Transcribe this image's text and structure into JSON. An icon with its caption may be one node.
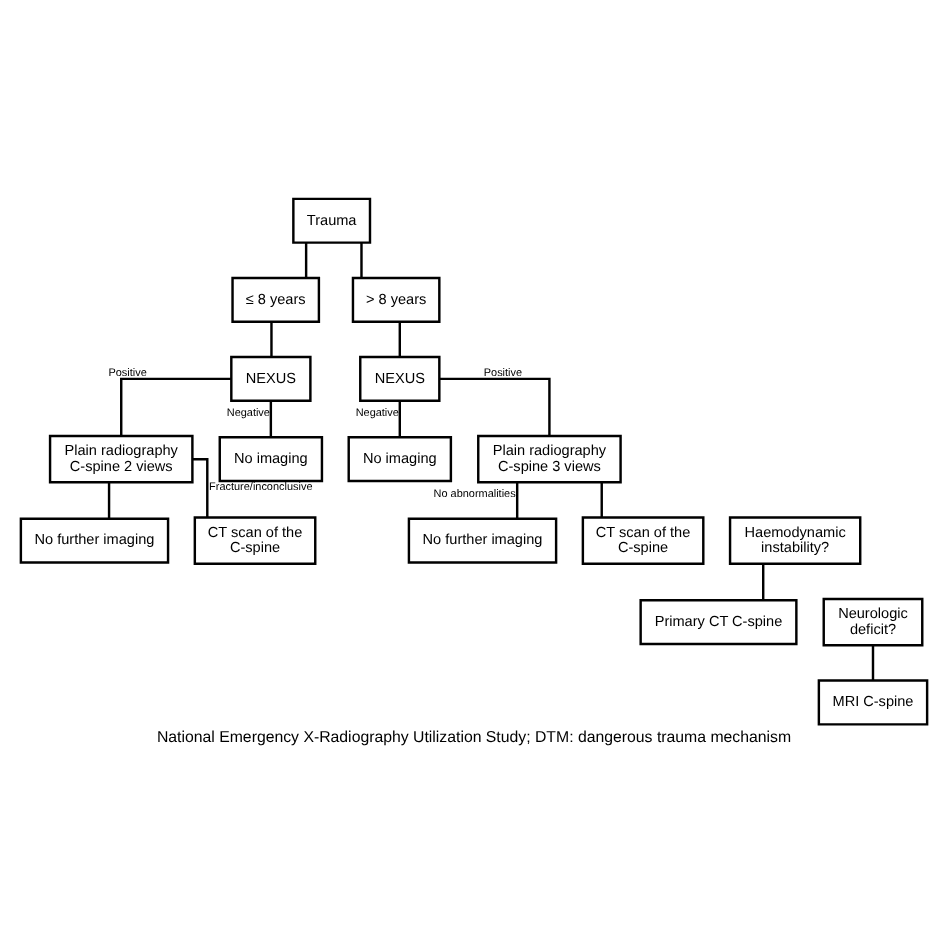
{
  "diagram": {
    "caption": "National Emergency X-Radiography Utilization Study; DTM: dangerous trauma mechanism",
    "nodes": [
      {
        "text": [
          "Trauma"
        ]
      },
      {
        "text": [
          "≤ 8 years"
        ]
      },
      {
        "text": [
          "> 8 years"
        ]
      },
      {
        "text": [
          "NEXUS"
        ]
      },
      {
        "text": [
          "NEXUS"
        ]
      },
      {
        "text": [
          "Plain radiography C-spine 2 views"
        ]
      },
      {
        "text": [
          "No imaging"
        ]
      },
      {
        "text": [
          "No imaging"
        ]
      },
      {
        "text": [
          "Plain radiography C-spine 3 views"
        ]
      },
      {
        "text": [
          "No further imaging"
        ]
      },
      {
        "text": [
          "CT scan of the C-spine"
        ]
      },
      {
        "text": [
          "Haemodynamic instability?"
        ]
      },
      {
        "text": [
          "No further imaging"
        ]
      },
      {
        "text": [
          "CT scan of the C-spine"
        ]
      },
      {
        "text": [
          "Primary CT C-spine"
        ]
      },
      {
        "text": [
          "Neurologic deficit?"
        ]
      },
      {
        "text": [
          "MRI C-spine"
        ]
      }
    ],
    "edges": [
      {
        "from": 0,
        "to": 1,
        "arrow": "none"
      },
      {
        "from": 0,
        "to": 2,
        "arrow": "none"
      },
      {
        "from": 1,
        "to": 3,
        "arrow": "none"
      },
      {
        "from": 2,
        "to": 4,
        "arrow": "none"
      },
      {
        "from": 3,
        "to": 5,
        "arrow": "none",
        "label": "Positive"
      },
      {
        "from": 3,
        "to": 6,
        "arrow": "none",
        "label": "Negative"
      },
      {
        "from": 4,
        "to": 7,
        "arrow": "none",
        "label": "Negative"
      },
      {
        "from": 4,
        "to": 8,
        "arrow": "none",
        "label": "Positive"
      },
      {
        "from": 5,
        "to": 9,
        "arrow": "none"
      },
      {
        "from": 5,
        "to": 10,
        "arrow": "none",
        "label": "Fracture/inconclusive"
      },
      {
        "from": 8,
        "to": 12,
        "arrow": "none",
        "label": "No abnormalities"
      },
      {
        "from": 8,
        "to": 13,
        "arrow": "none"
      },
      {
        "from": 11,
        "to": 14,
        "arrow": "none"
      },
      {
        "from": 15,
        "to": 16,
        "arrow": "none"
      }
    ]
  }
}
